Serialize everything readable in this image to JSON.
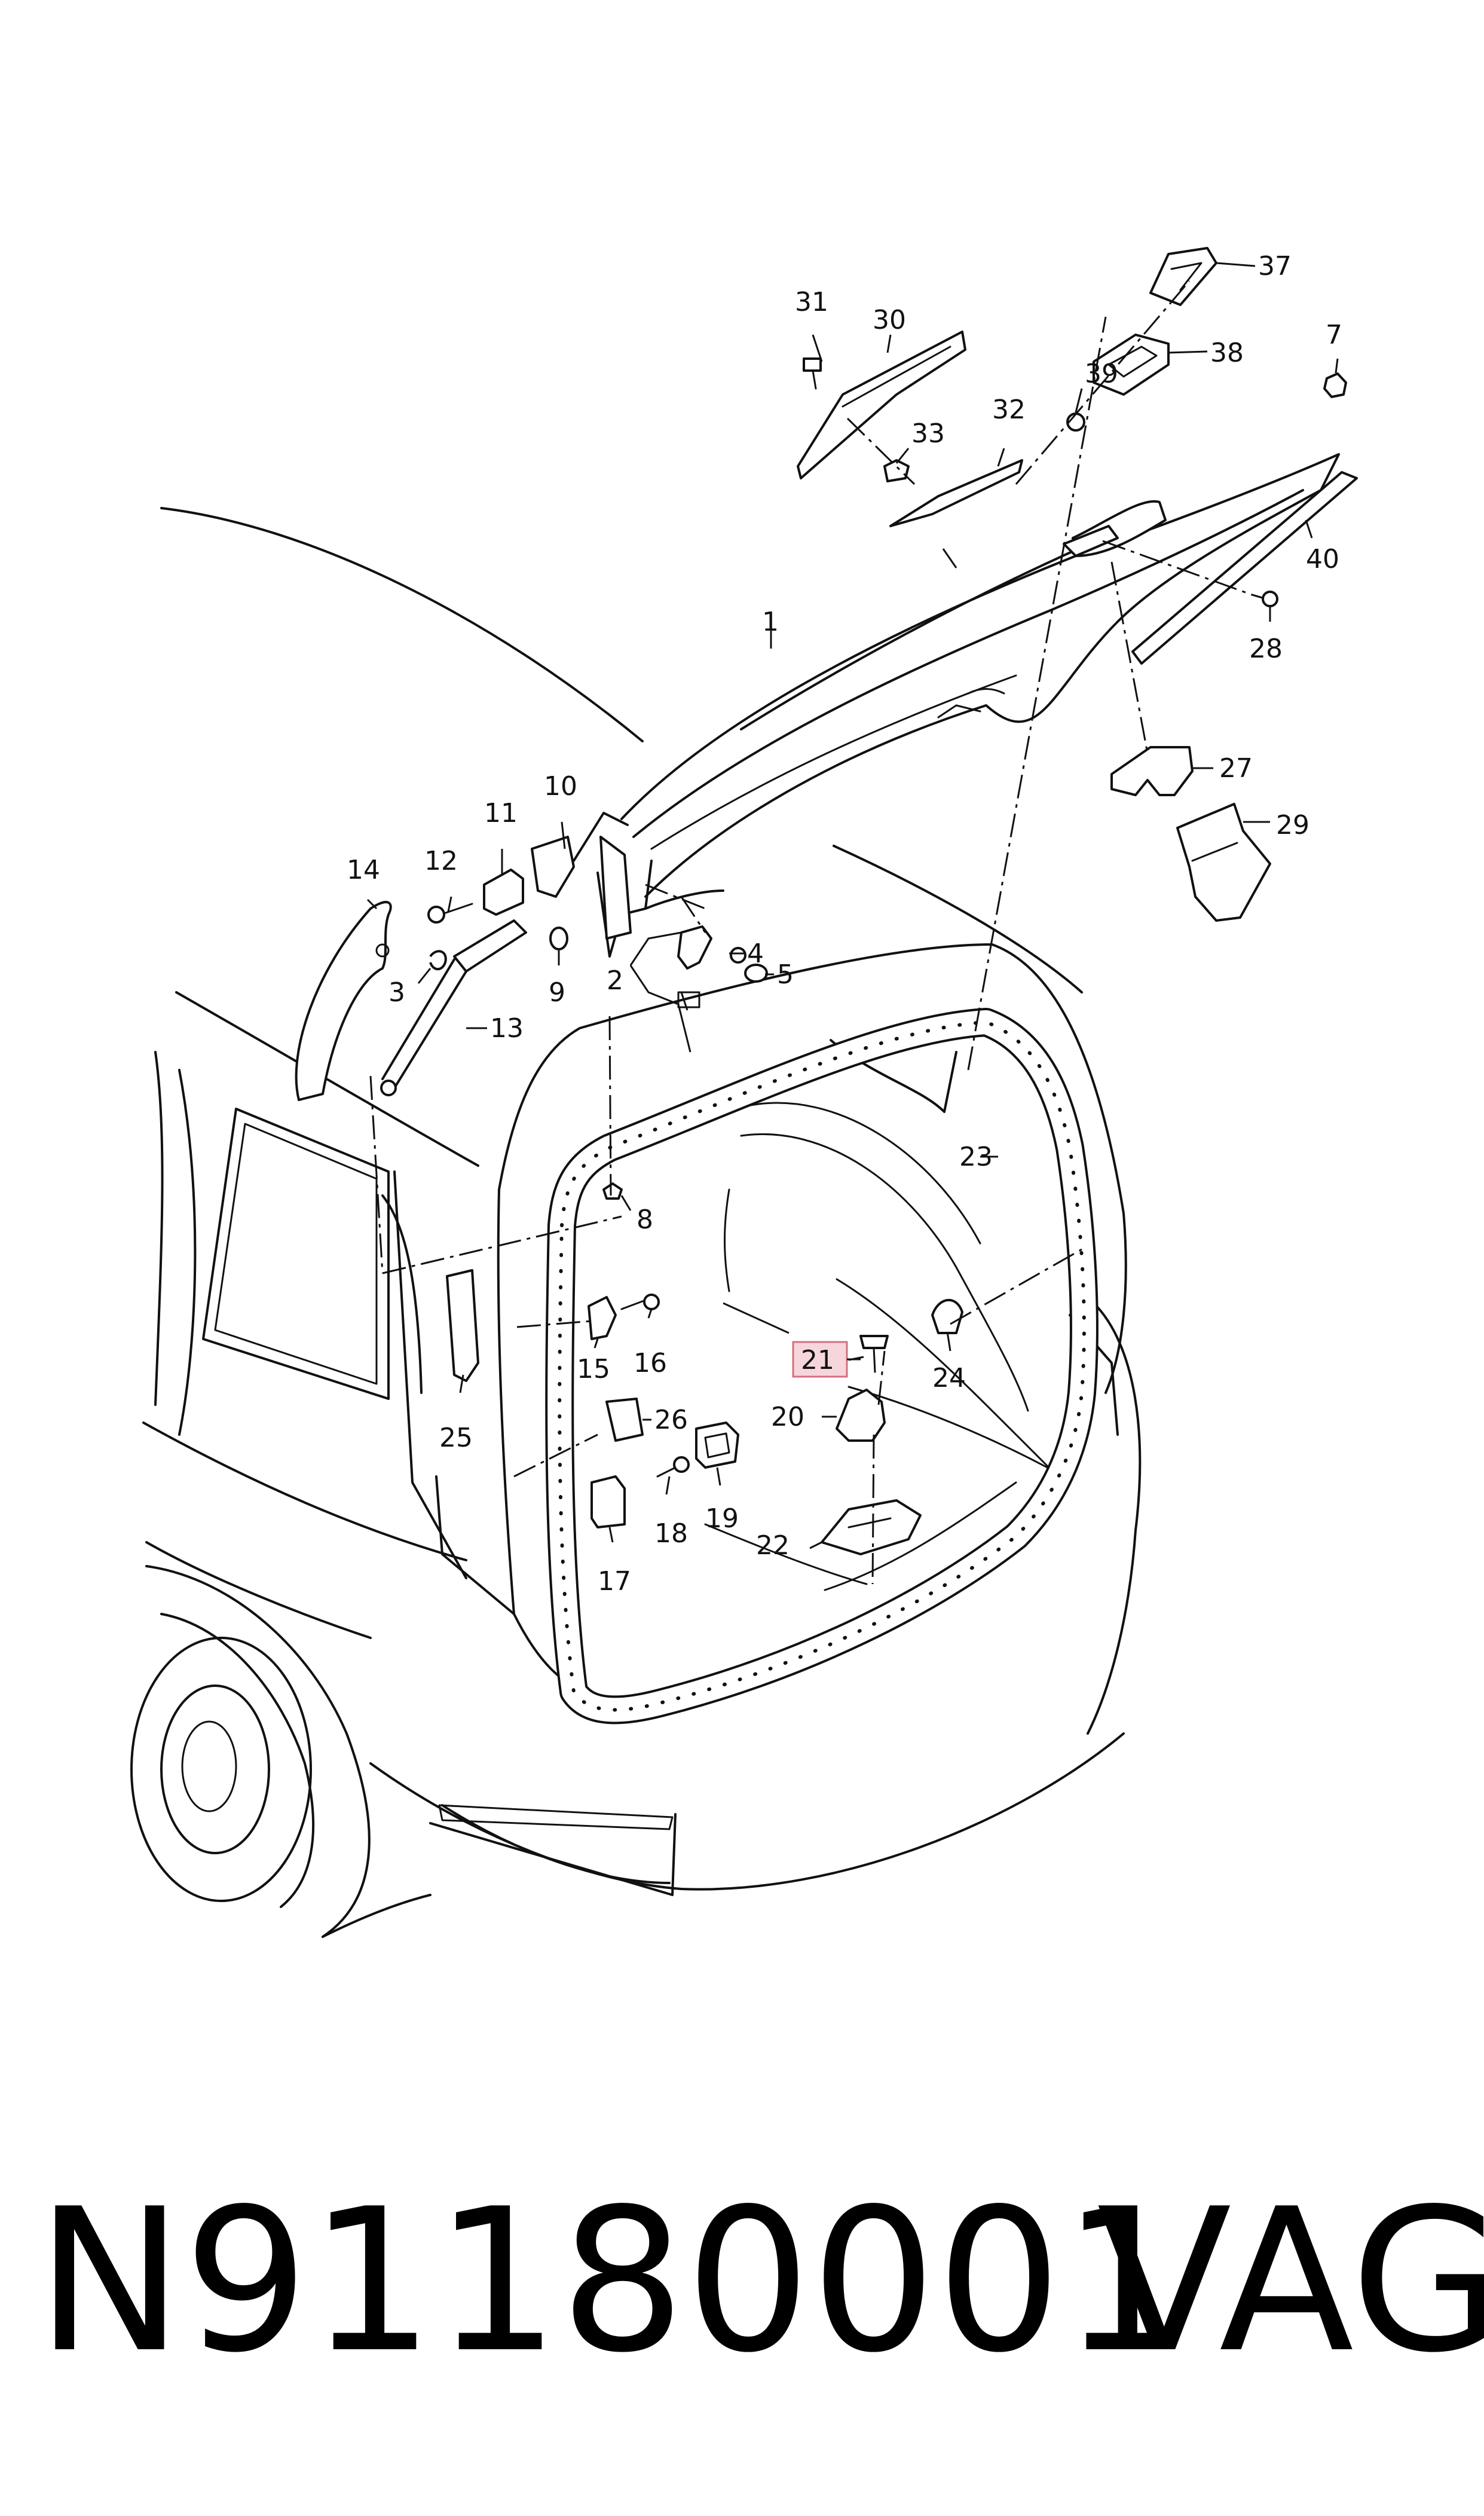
{
  "diagram": {
    "part_number": "N91180001",
    "brand": "VAG",
    "highlight_color": "#f6d6dc",
    "callouts": {
      "c1": "1",
      "c2": "2",
      "c3": "3",
      "c4": "4",
      "c5": "5",
      "c7": "7",
      "c8": "8",
      "c9": "9",
      "c10": "10",
      "c11": "11",
      "c12": "12",
      "c13": "13",
      "c14": "14",
      "c15": "15",
      "c16": "16",
      "c17": "17",
      "c18": "18",
      "c19": "19",
      "c20": "20",
      "c21": "21",
      "c22": "22",
      "c23": "23",
      "c24": "24",
      "c25": "25",
      "c26": "26",
      "c27": "27",
      "c28": "28",
      "c29": "29",
      "c30": "30",
      "c31": "31",
      "c32": "32",
      "c33": "33",
      "c37": "37",
      "c38": "38",
      "c39": "39",
      "c40": "40"
    },
    "highlighted_callout": "21"
  }
}
